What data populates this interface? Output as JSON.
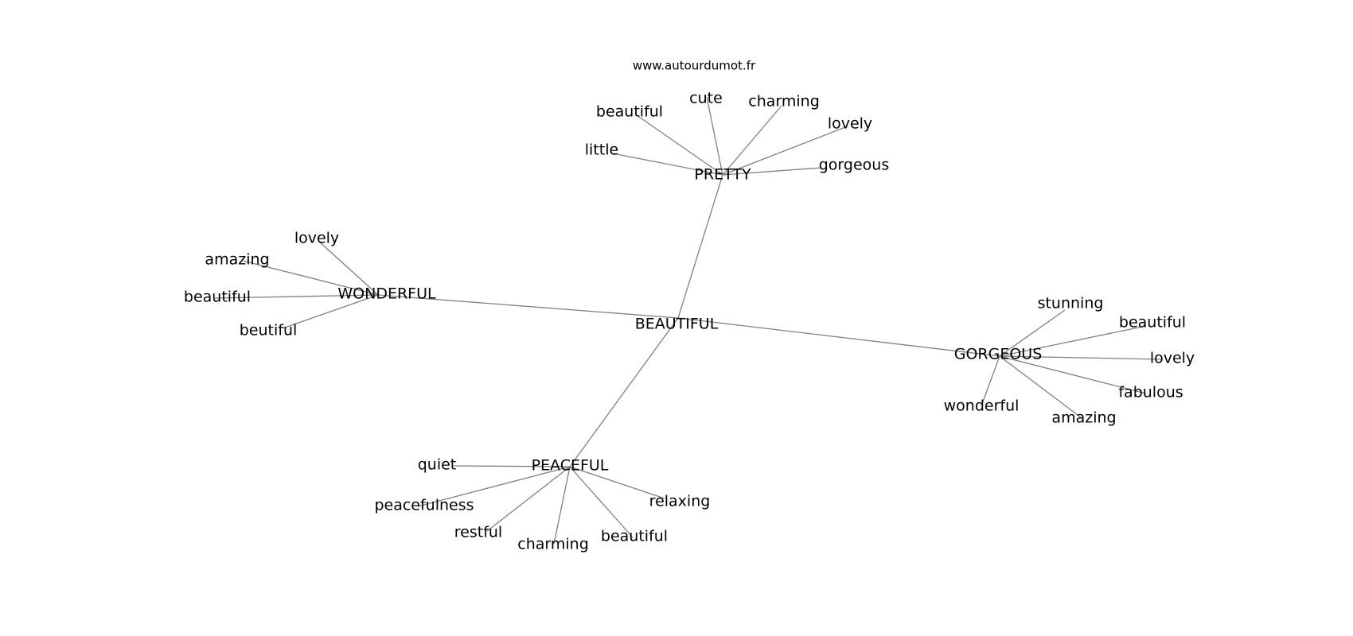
{
  "source": "www.autourdumot.fr",
  "root": "BEAUTIFUL",
  "hubs": [
    {
      "id": "pretty",
      "label": "PRETTY",
      "leaves": [
        "little",
        "beautiful",
        "cute",
        "charming",
        "lovely",
        "gorgeous"
      ]
    },
    {
      "id": "wonderful",
      "label": "WONDERFUL",
      "leaves": [
        "lovely",
        "amazing",
        "beautiful",
        "beutiful"
      ]
    },
    {
      "id": "gorgeous",
      "label": "GORGEOUS",
      "leaves": [
        "stunning",
        "beautiful",
        "lovely",
        "fabulous",
        "amazing",
        "wonderful"
      ]
    },
    {
      "id": "peaceful",
      "label": "PEACEFUL",
      "leaves": [
        "quiet",
        "peacefulness",
        "restful",
        "charming",
        "beautiful",
        "relaxing"
      ]
    }
  ]
}
